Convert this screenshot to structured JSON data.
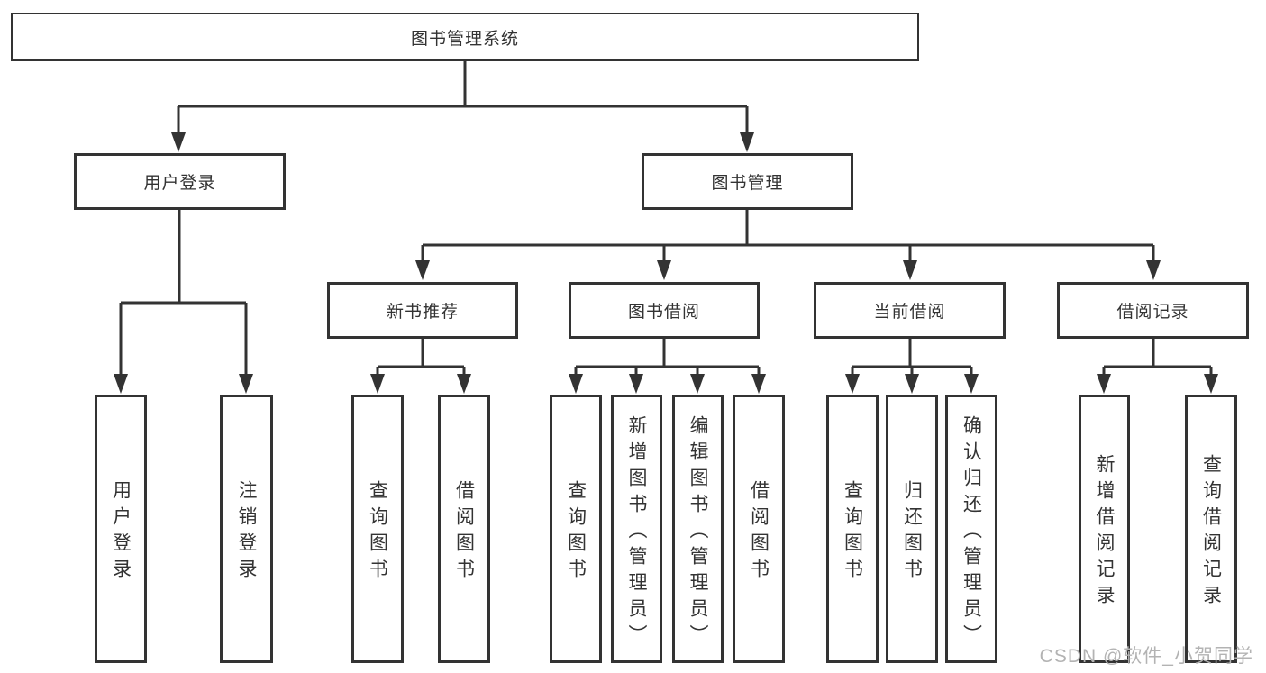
{
  "tree": {
    "label": "图书管理系统",
    "children": [
      {
        "label": "用户登录",
        "children": [
          {
            "label": "用户登录"
          },
          {
            "label": "注销登录"
          }
        ]
      },
      {
        "label": "图书管理",
        "children": [
          {
            "label": "新书推荐",
            "children": [
              {
                "label": "查询图书"
              },
              {
                "label": "借阅图书"
              }
            ]
          },
          {
            "label": "图书借阅",
            "children": [
              {
                "label": "查询图书"
              },
              {
                "label": "新增图书（管理员）"
              },
              {
                "label": "编辑图书（管理员）"
              },
              {
                "label": "借阅图书"
              }
            ]
          },
          {
            "label": "当前借阅",
            "children": [
              {
                "label": "查询图书"
              },
              {
                "label": "归还图书"
              },
              {
                "label": "确认归还（管理员）"
              }
            ]
          },
          {
            "label": "借阅记录",
            "children": [
              {
                "label": "新增借阅记录"
              },
              {
                "label": "查询借阅记录"
              }
            ]
          }
        ]
      }
    ]
  },
  "watermark": "CSDN @软件_小贺同学",
  "colors": {
    "line": "#333333",
    "box_border": "#333333",
    "text": "#333333",
    "background": "#ffffff",
    "watermark": "#b3b3b3"
  }
}
